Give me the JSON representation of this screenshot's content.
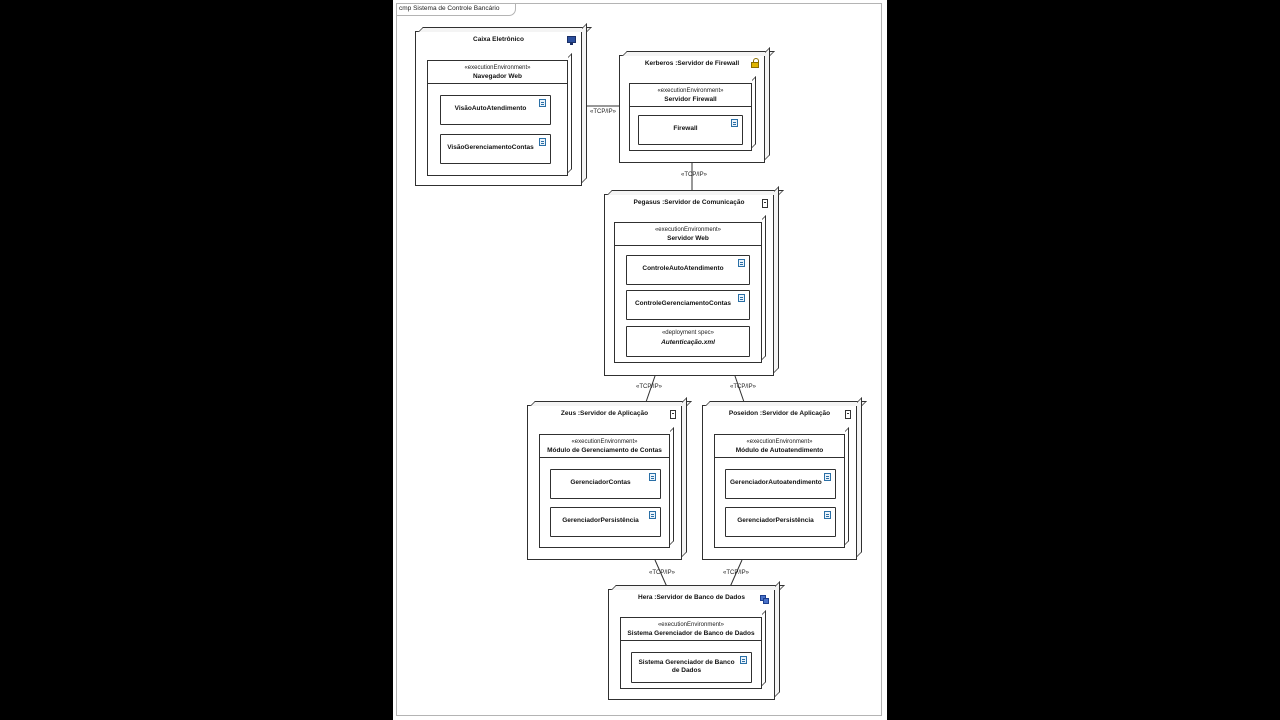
{
  "frame": {
    "title": "cmp Sistema de Controle Bancário"
  },
  "nodes": {
    "caixa": {
      "title": "Caixa Eletrônico",
      "icon": "atm-device-icon",
      "env": {
        "stereotype": "«executionEnvironment»",
        "name": "Navegador Web"
      },
      "artifacts": [
        "VisãoAutoAtendimento",
        "VisãoGerenciamentoContas"
      ]
    },
    "kerberos": {
      "title": "Kerberos :Servidor de Firewall",
      "icon": "lock-icon",
      "env": {
        "stereotype": "«executionEnvironment»",
        "name": "Servidor Firewall"
      },
      "artifacts": [
        "Firewall"
      ]
    },
    "pegasus": {
      "title": "Pegasus :Servidor de Comunicação",
      "icon": "server-icon",
      "env": {
        "stereotype": "«executionEnvironment»",
        "name": "Servidor Web"
      },
      "artifacts": [
        "ControleAutoAtendimento",
        "ControleGerenciamentoContas"
      ],
      "spec": {
        "stereotype": "«deployment spec»",
        "name": "Autenticação.xml"
      }
    },
    "zeus": {
      "title": "Zeus :Servidor de Aplicação",
      "icon": "server-icon",
      "env": {
        "stereotype": "«executionEnvironment»",
        "name": "Módulo de Gerenciamento de Contas"
      },
      "artifacts": [
        "GerenciadorContas",
        "GerenciadorPersistência"
      ]
    },
    "poseidon": {
      "title": "Poseidon :Servidor de Aplicação",
      "icon": "server-icon",
      "env": {
        "stereotype": "«executionEnvironment»",
        "name": "Módulo de Autoatendimento"
      },
      "artifacts": [
        "GerenciadorAutoatendimento",
        "GerenciadorPersistência"
      ]
    },
    "hera": {
      "title": "Hera :Servidor de Banco de Dados",
      "icon": "database-icon",
      "env": {
        "stereotype": "«executionEnvironment»",
        "name": "Sistema Gerenciador de Banco de Dados"
      },
      "artifacts": [
        "Sistema Gerenciador de Banco de Dados"
      ]
    }
  },
  "connectors": {
    "caixa_kerberos": "«TCP/IP»",
    "kerberos_pegasus": "«TCP/IP»",
    "pegasus_zeus": "«TCP/IP»",
    "pegasus_poseidon": "«TCP/IP»",
    "zeus_hera": "«TCP/IP»",
    "poseidon_hera": "«TCP/IP»"
  },
  "colors": {
    "line": "#303030",
    "artifact_icon": "#2a6fa6",
    "background": "#000000",
    "canvas": "#ffffff"
  }
}
